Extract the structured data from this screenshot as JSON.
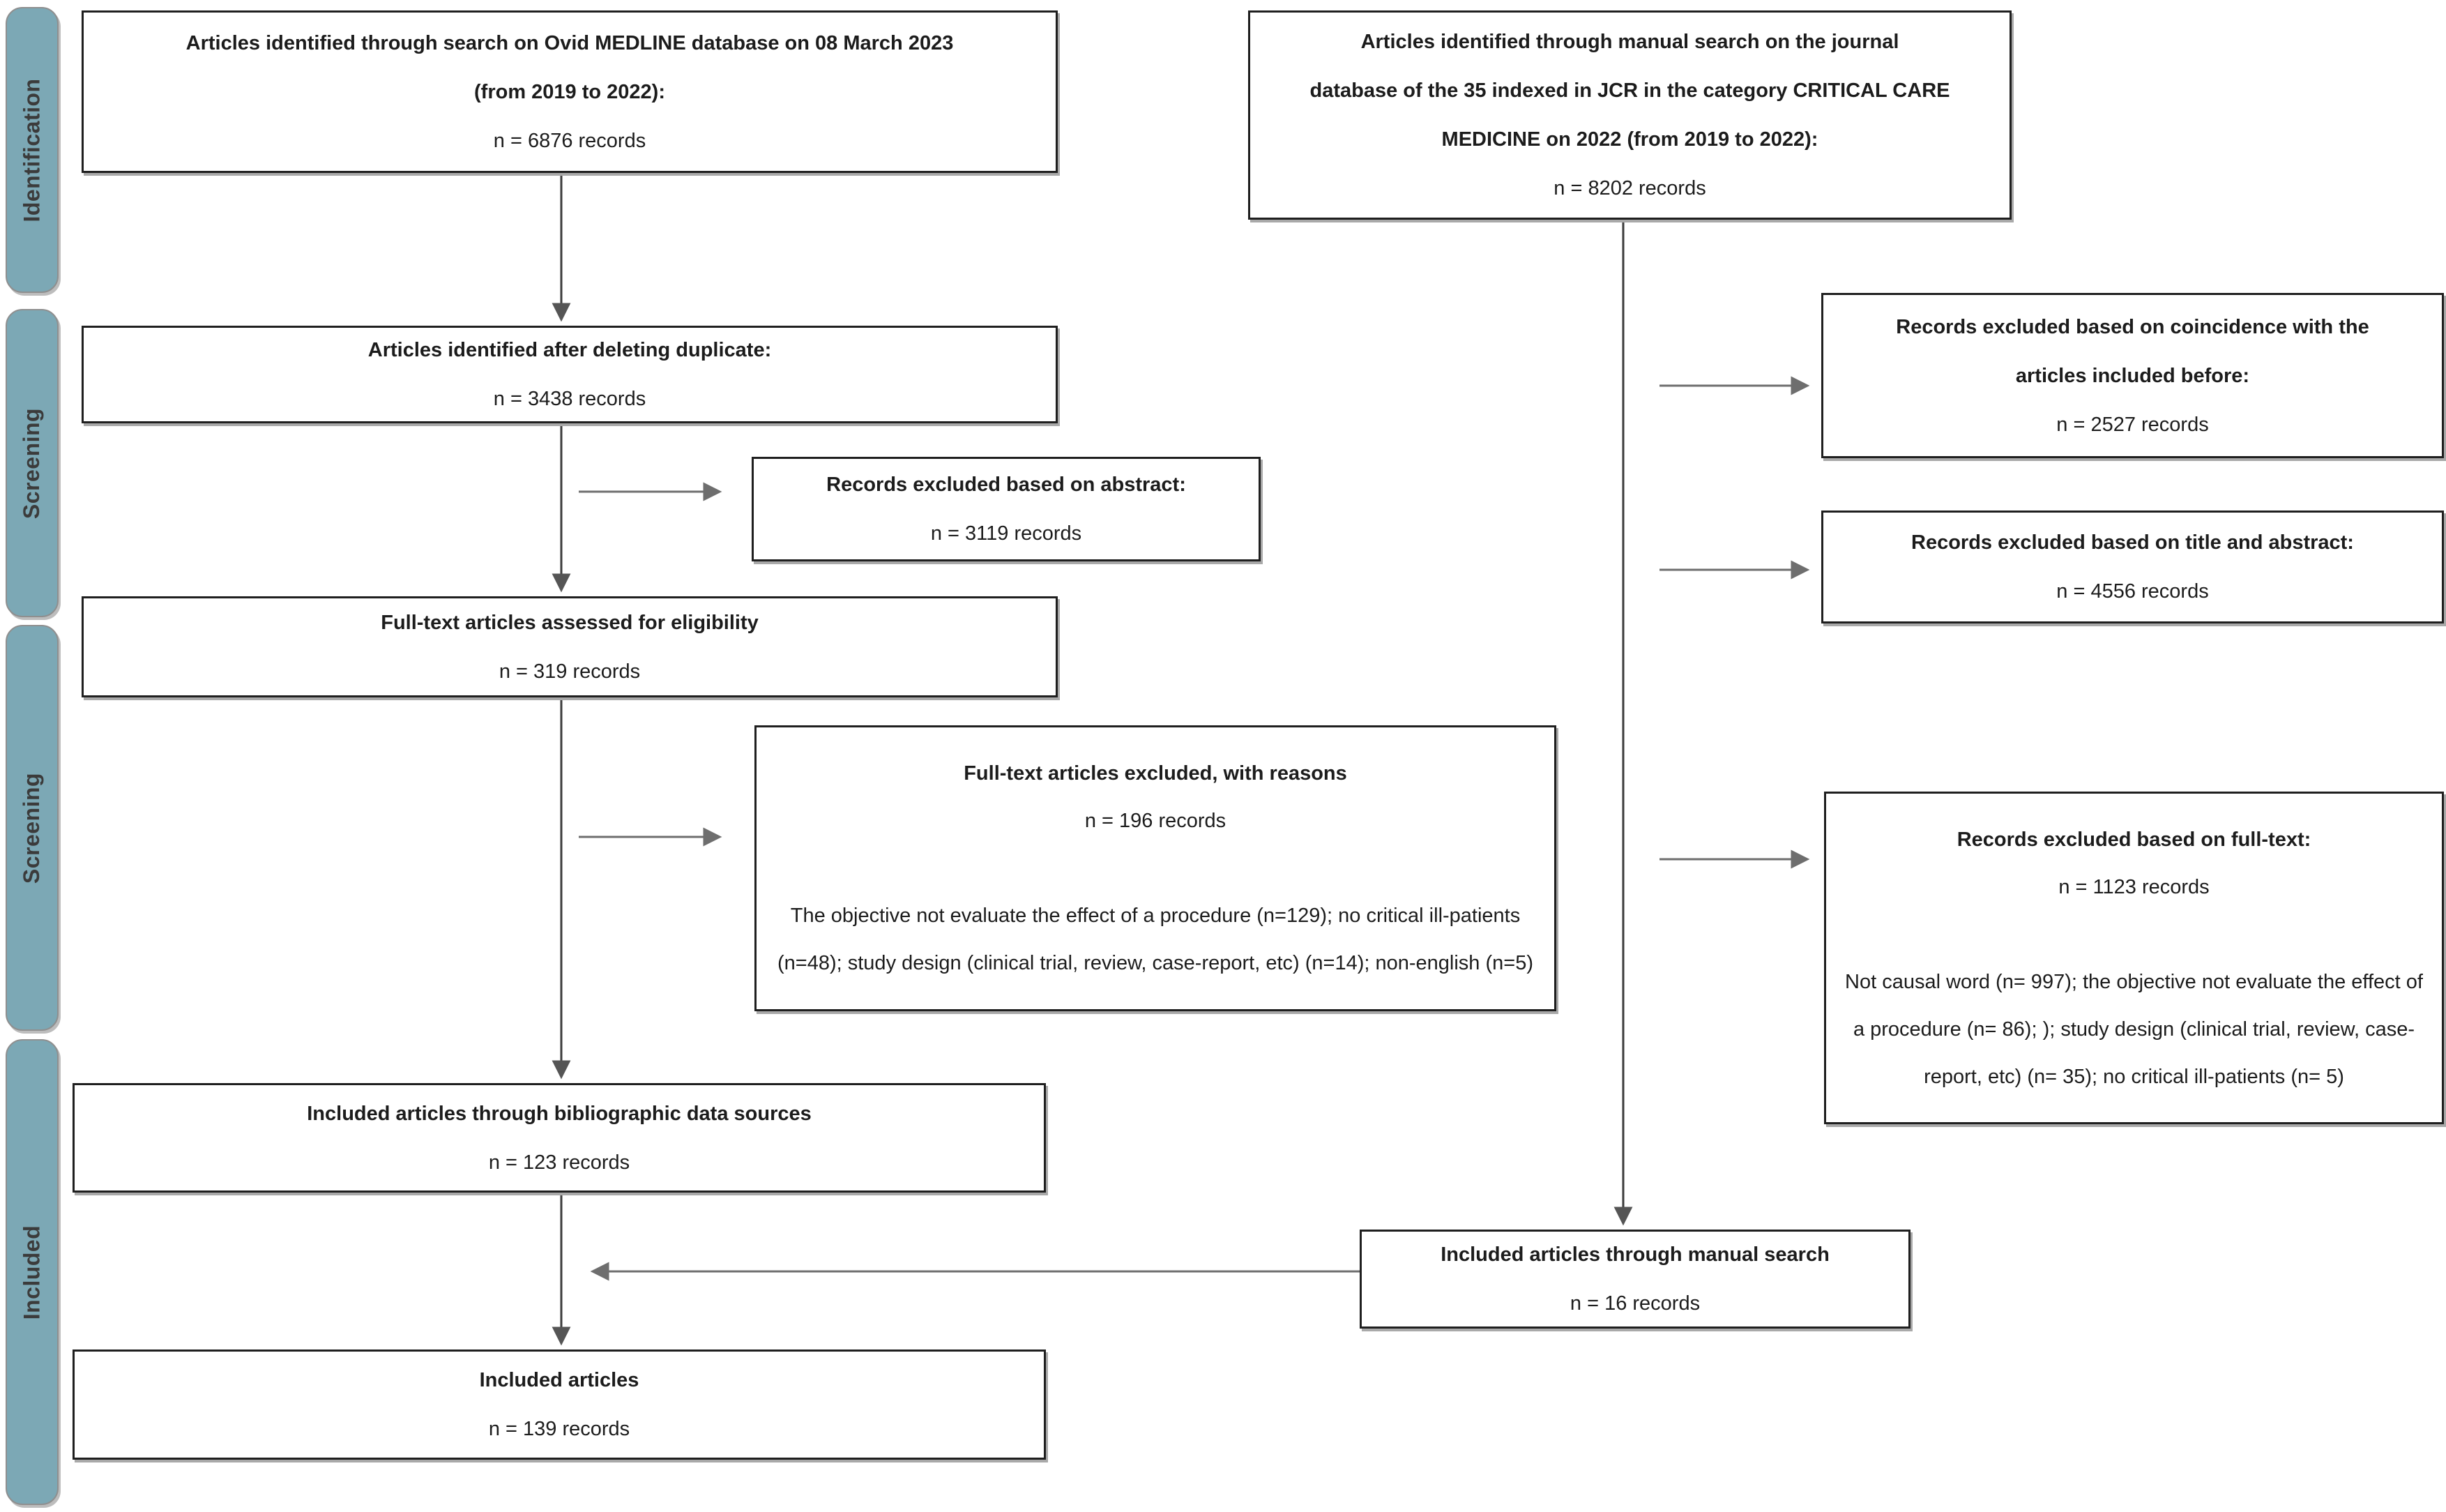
{
  "stages": [
    {
      "label": "Identification"
    },
    {
      "label": "Screening"
    },
    {
      "label": "Screening"
    },
    {
      "label": "Included"
    }
  ],
  "boxes": {
    "ovid": {
      "lines": [
        "Articles identified through search on Ovid MEDLINE database on 08 March 2023",
        "(from 2019 to 2022):"
      ],
      "count": "n = 6876 records"
    },
    "manual_search_top": {
      "lines": [
        "Articles identified through manual search on the journal",
        "database of the 35 indexed in JCR in the category CRITICAL CARE",
        "MEDICINE on 2022 (from 2019 to 2022):"
      ],
      "count": "n = 8202 records"
    },
    "dedup": {
      "lines": [
        "Articles identified after deleting duplicate:"
      ],
      "count": "n = 3438 records"
    },
    "abstract_excluded": {
      "lines": [
        "Records excluded based on abstract:"
      ],
      "count": "n = 3119 records"
    },
    "fulltext_assessed": {
      "lines": [
        "Full-text articles assessed for eligibility"
      ],
      "count": "n = 319 records"
    },
    "fulltext_excluded": {
      "title": "Full-text articles excluded, with reasons",
      "count": "n = 196 records",
      "reasons": "The objective not evaluate the effect of a procedure (n=129); no critical ill-patients (n=48); study design (clinical trial, review, case-report, etc) (n=14); non-english (n=5)"
    },
    "coincidence_excluded": {
      "lines": [
        "Records excluded based on coincidence with the",
        "articles included before:"
      ],
      "count": "n = 2527 records"
    },
    "title_abstract_excluded": {
      "lines": [
        "Records excluded based on title and abstract:"
      ],
      "count": "n = 4556 records"
    },
    "fulltext_right_excluded": {
      "title": "Records excluded based on full-text:",
      "count": "n = 1123 records",
      "reasons": "Not causal word (n= 997); the objective not evaluate the effect of a procedure (n= 86); ); study design (clinical trial, review, case-report, etc) (n= 35); no critical ill-patients (n= 5)"
    },
    "bibliographic_included": {
      "lines": [
        "Included articles through bibliographic data sources"
      ],
      "count": "n = 123 records"
    },
    "manual_included": {
      "lines": [
        "Included articles through manual search"
      ],
      "count": "n = 16 records"
    },
    "final_included": {
      "lines": [
        "Included articles"
      ],
      "count": "n = 139 records"
    }
  },
  "colors": {
    "stage_fill": "#7CA8B5",
    "stage_border": "#8f8f8f",
    "box_border": "#1f1f1f",
    "box_shadow": "#a9a9a9",
    "arrow_vertical": "#3c3c3c",
    "arrow_horizontal": "#6e6e6e",
    "text": "#1c1c1c"
  }
}
